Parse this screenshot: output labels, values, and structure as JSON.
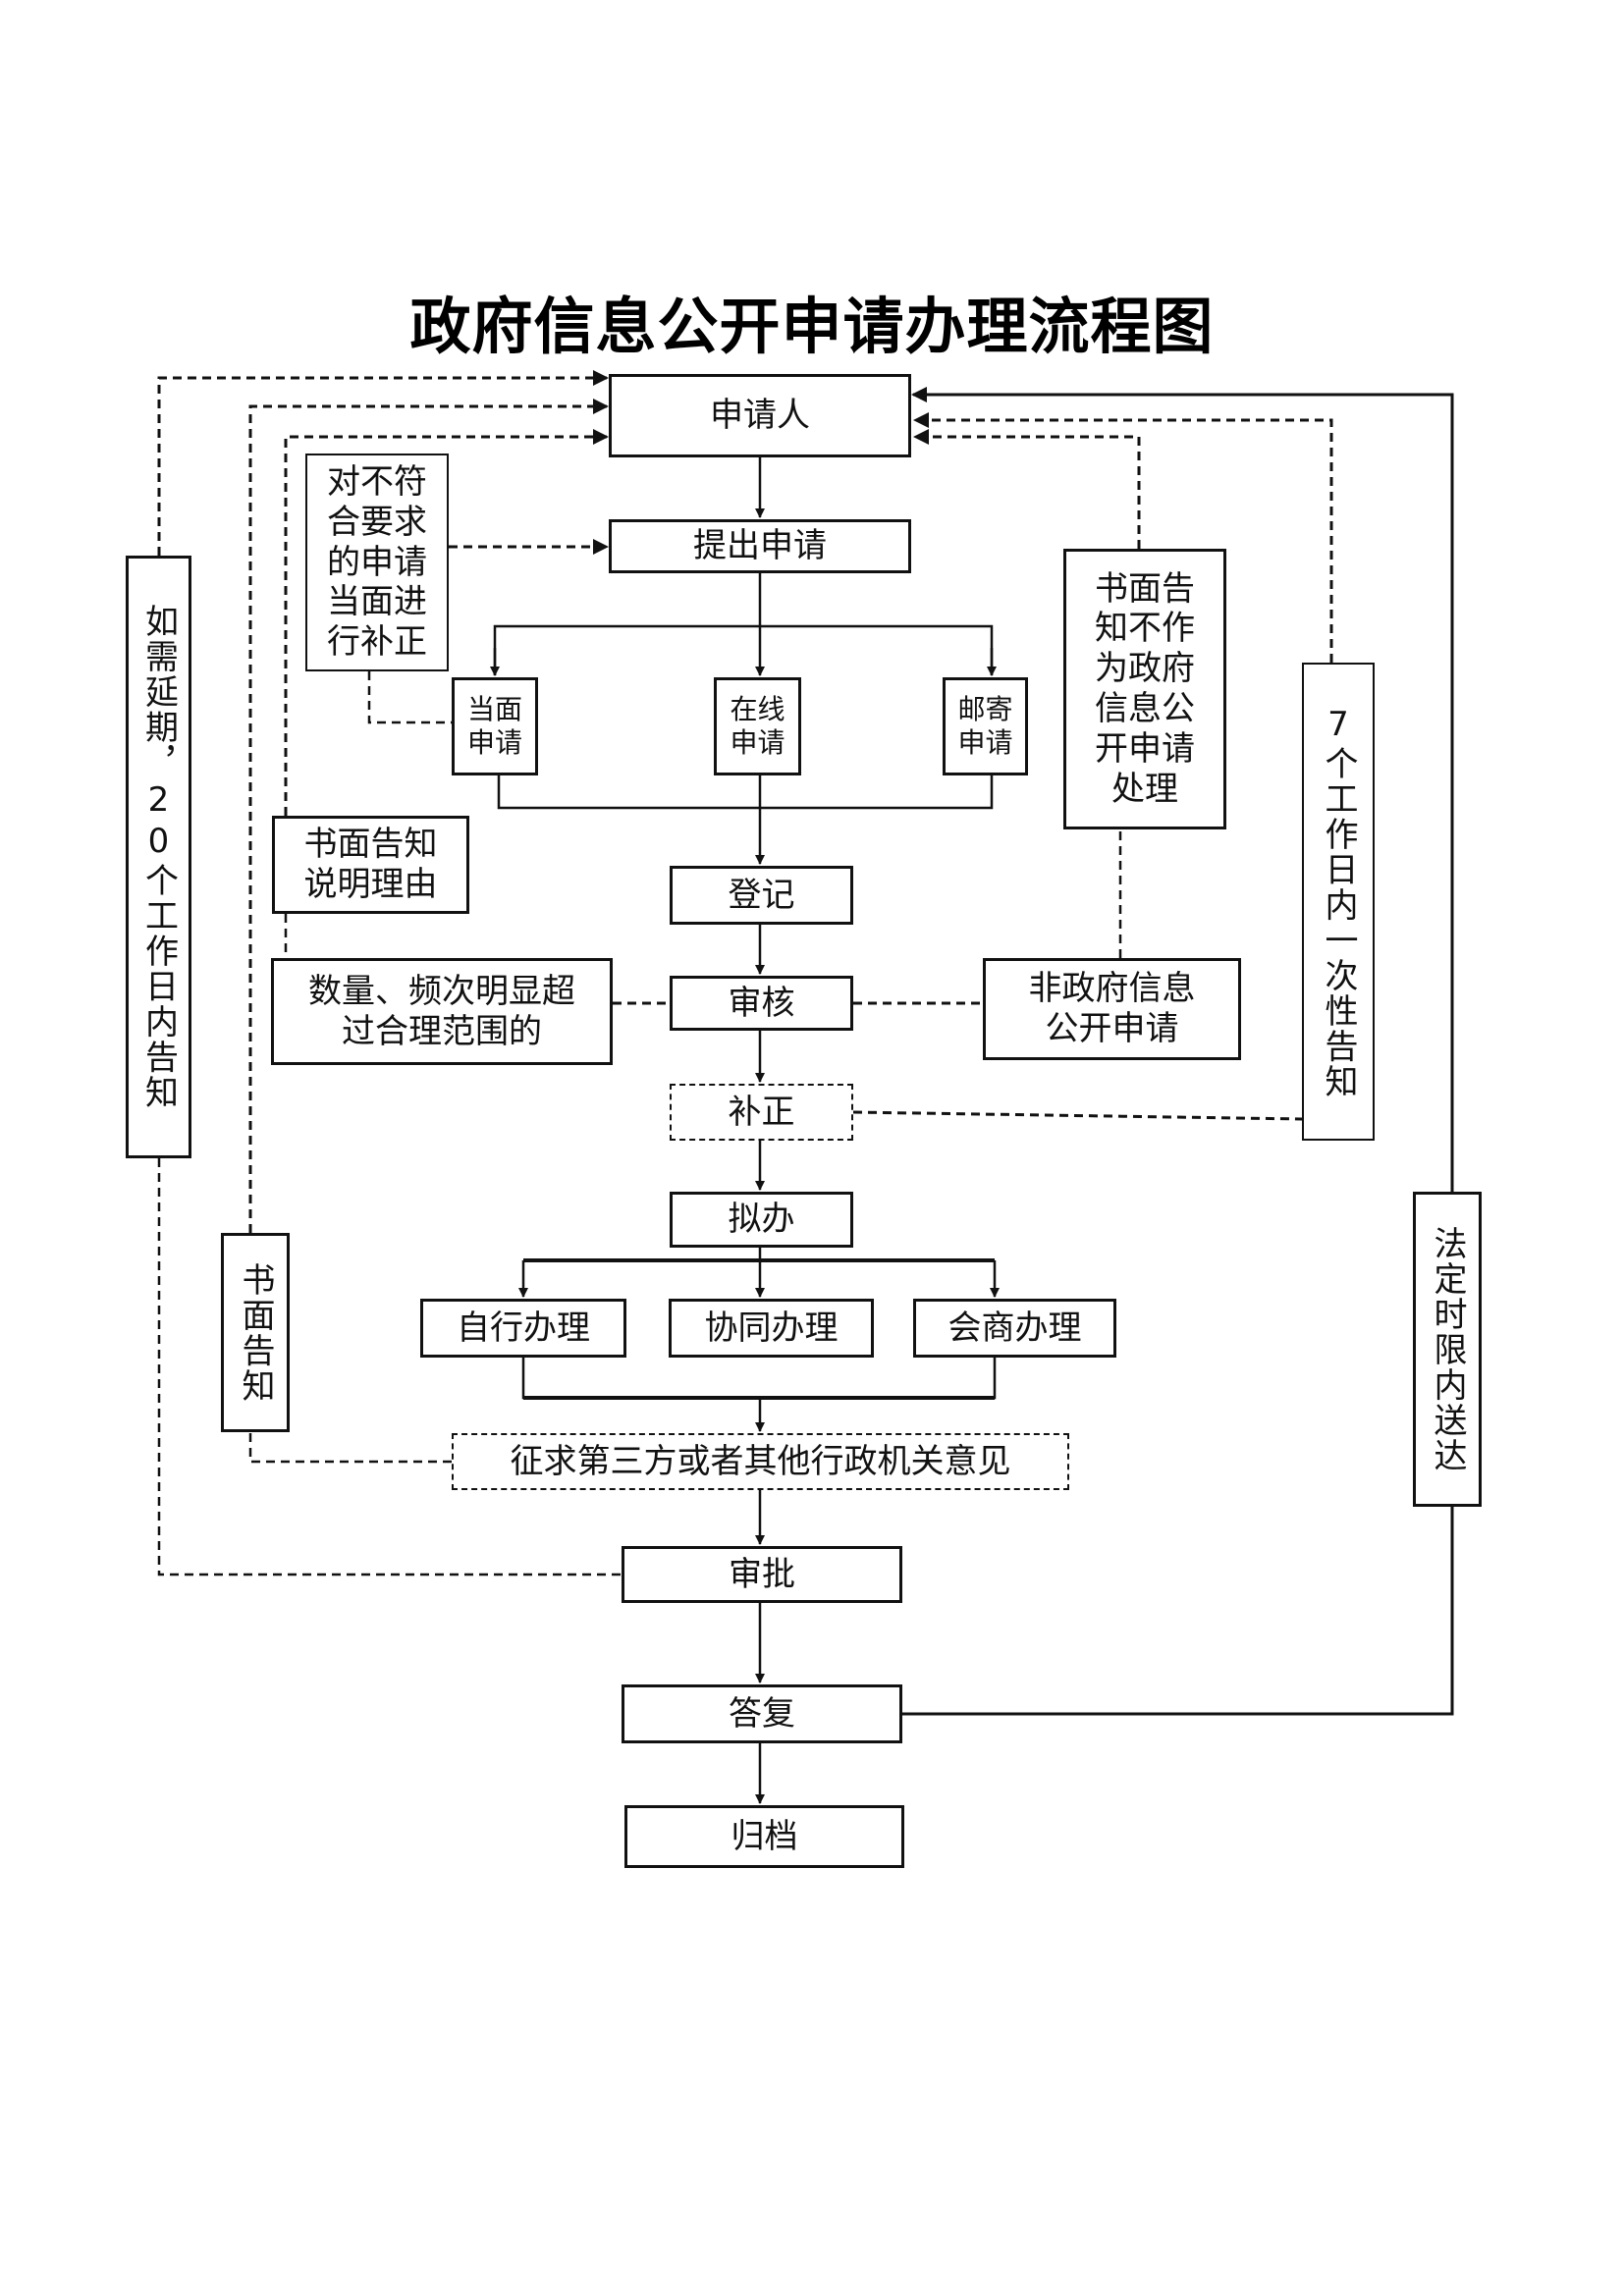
{
  "title": "政府信息公开申请办理流程图",
  "nodes": {
    "applicant": "申请人",
    "submit": "提出申请",
    "correction_on_site": "对不符\n合要求\n的申请\n当面进\n行补正",
    "in_person": "当面\n申请",
    "online": "在线\n申请",
    "mail": "邮寄\n申请",
    "not_gov_info_notice": "书面告\n知不作\n为政府\n信息公\n开申请\n处理",
    "seven_days_notice": "7个工作日内一次性告知",
    "extension_notice": "如需延期，20个工作日内告知",
    "written_reason": "书面告知\n说明理由",
    "register": "登记",
    "excessive": "数量、频次明显超\n过合理范围的",
    "review": "审核",
    "non_gov_info": "非政府信息\n公开申请",
    "supplement": "补正",
    "draft": "拟办",
    "self_handle": "自行办理",
    "joint_handle": "协同办理",
    "consult_handle": "会商办理",
    "written_notice": "书面告知",
    "third_party": "征求第三方或者其他行政机关意见",
    "statutory_delivery": "法定时限内送达",
    "approve": "审批",
    "reply": "答复",
    "archive": "归档"
  }
}
